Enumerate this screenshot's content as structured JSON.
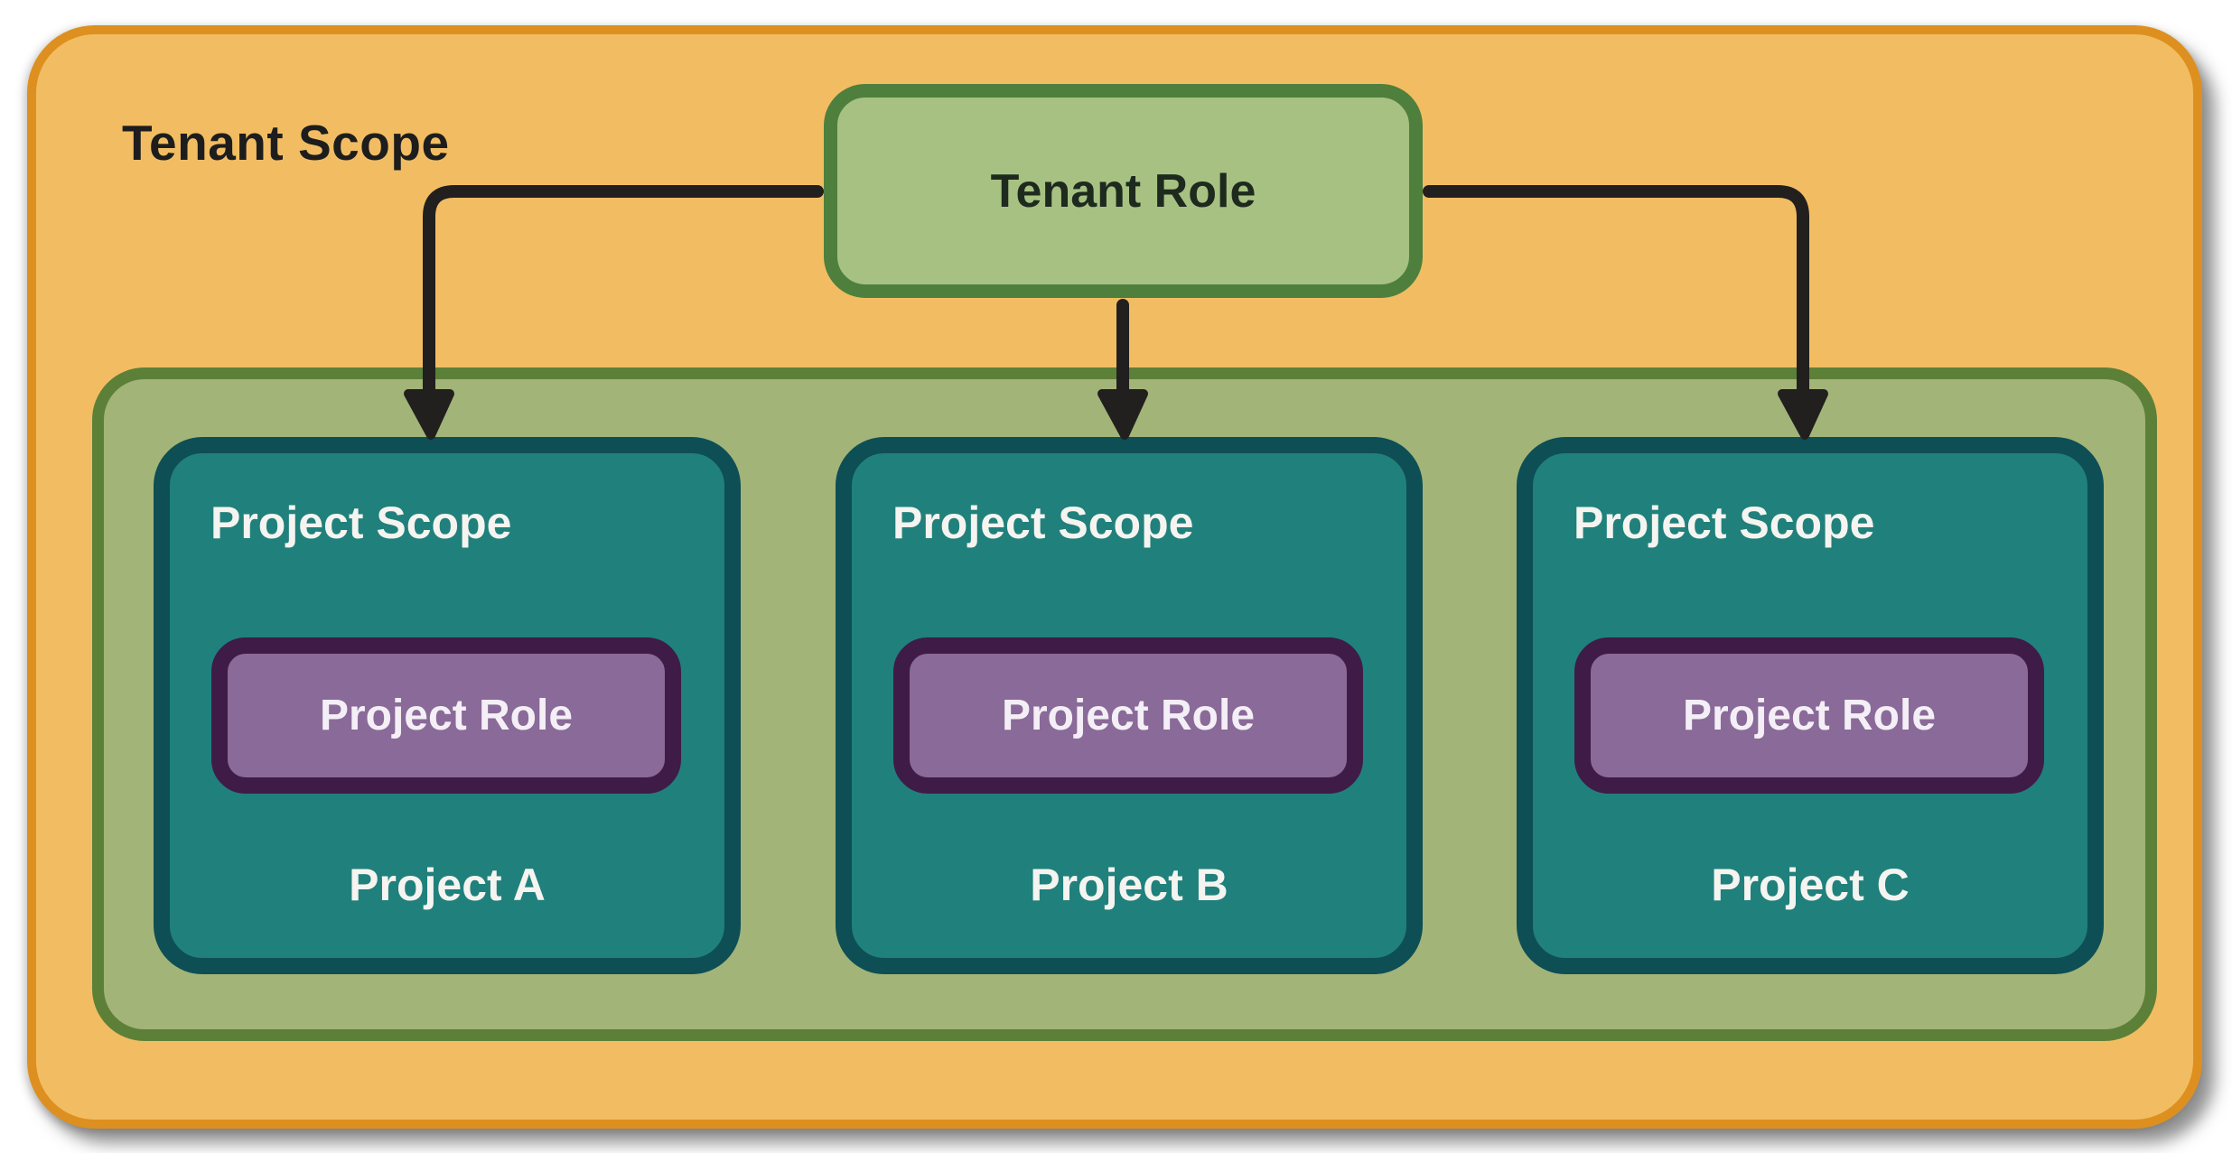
{
  "tenant_scope": {
    "label": "Tenant Scope"
  },
  "tenant_role": {
    "label": "Tenant Role"
  },
  "project_container": {
    "projects": [
      {
        "scope_label": "Project Scope",
        "role_label": "Project Role",
        "name": "Project A"
      },
      {
        "scope_label": "Project Scope",
        "role_label": "Project Role",
        "name": "Project B"
      },
      {
        "scope_label": "Project Scope",
        "role_label": "Project Role",
        "name": "Project C"
      }
    ]
  },
  "edges": [
    {
      "from": "Tenant Role",
      "to": "Project A"
    },
    {
      "from": "Tenant Role",
      "to": "Project B"
    },
    {
      "from": "Tenant Role",
      "to": "Project C"
    }
  ],
  "colors": {
    "tenant_scope_fill": "#f2bd62",
    "tenant_scope_border": "#dd901f",
    "tenant_role_fill": "#a7c183",
    "tenant_role_border": "#4e7f3d",
    "project_container_fill": "#a2b478",
    "project_container_border": "#5d8038",
    "project_scope_fill": "#20807c",
    "project_scope_border": "#0e4e55",
    "project_role_fill": "#8a6a99",
    "project_role_border": "#3f1b47",
    "arrow": "#221f1f",
    "dark_text": "#1d1d1d",
    "light_text": "#f5f4f0"
  }
}
